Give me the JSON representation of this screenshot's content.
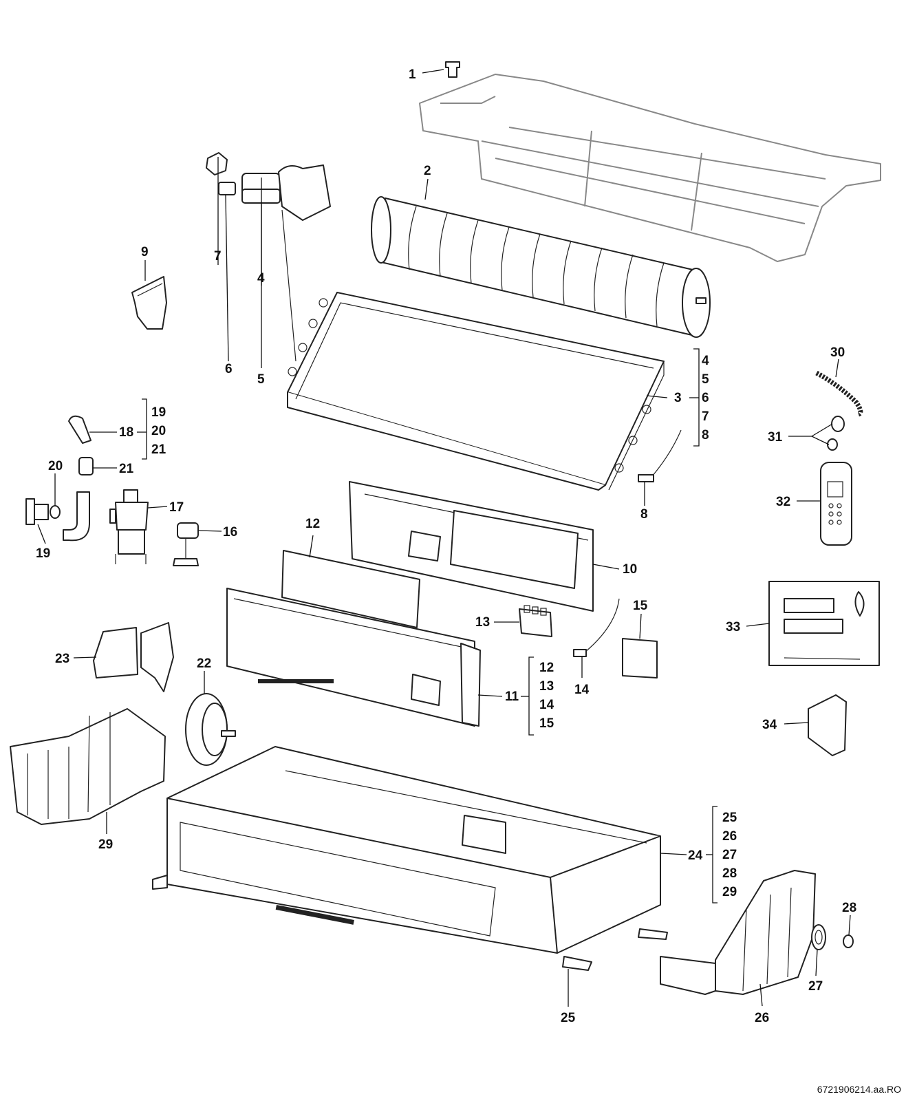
{
  "labels": {
    "l1": "1",
    "l2": "2",
    "l3": "3",
    "l4": "4",
    "l5": "5",
    "l6": "6",
    "l7": "7",
    "l8": "8",
    "l9": "9",
    "l10": "10",
    "l11": "11",
    "l12": "12",
    "l13": "13",
    "l14": "14",
    "l15": "15",
    "l16": "16",
    "l17": "17",
    "l18": "18",
    "l19": "19",
    "l20": "20",
    "l21": "21",
    "l22": "22",
    "l23": "23",
    "l24": "24",
    "l25": "25",
    "l26": "26",
    "l27": "27",
    "l28": "28",
    "l29": "29",
    "l30": "30",
    "l31": "31",
    "l32": "32",
    "l33": "33",
    "l34": "34"
  },
  "groups": {
    "g3": [
      "4",
      "5",
      "6",
      "7",
      "8"
    ],
    "g18": [
      "19",
      "20",
      "21"
    ],
    "g11": [
      "12",
      "13",
      "14",
      "15"
    ],
    "g24": [
      "25",
      "26",
      "27",
      "28",
      "29"
    ]
  },
  "reference": "6721906214.aa.RO"
}
